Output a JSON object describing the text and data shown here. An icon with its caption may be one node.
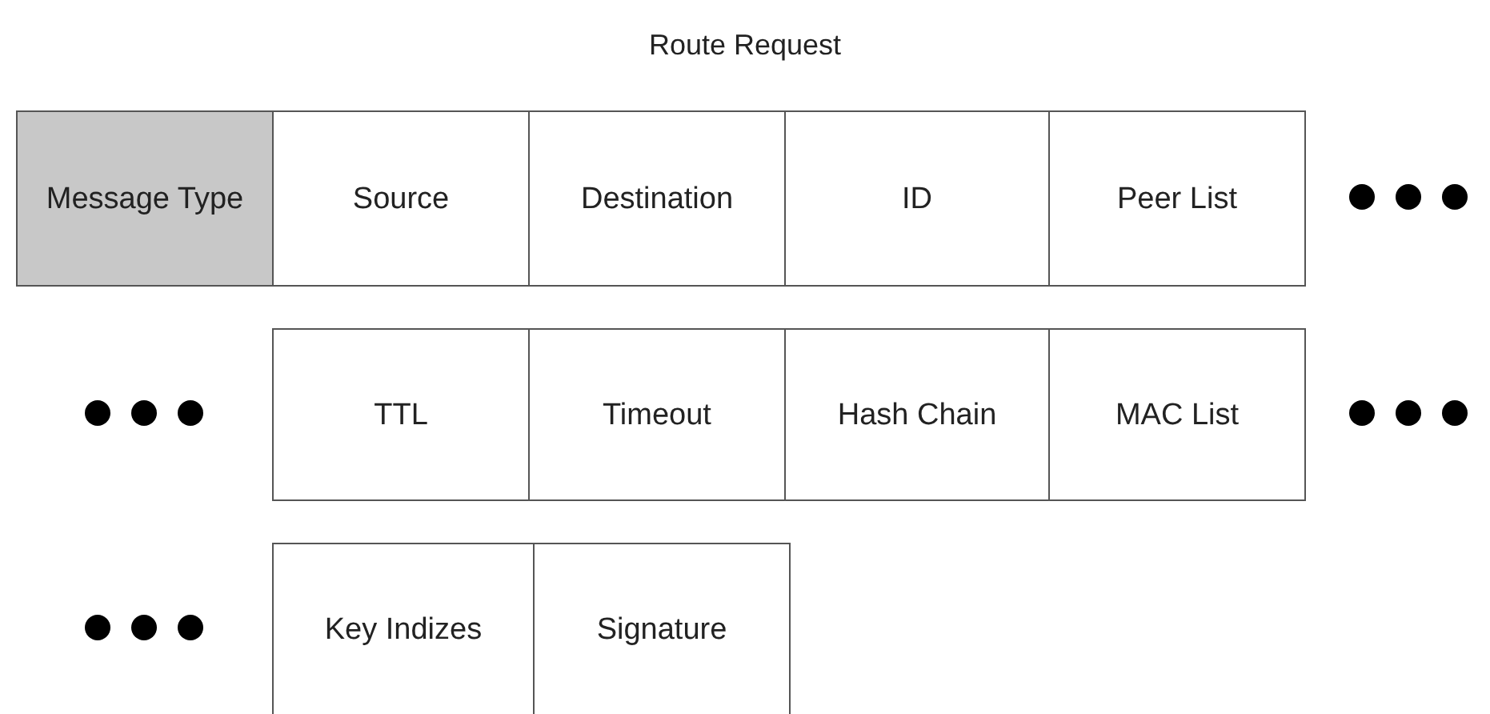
{
  "diagram": {
    "title": "Route Request",
    "nodes": [
      {
        "text": [
          "Message Type"
        ]
      },
      {
        "text": [
          "Source"
        ]
      },
      {
        "text": [
          "Destination"
        ]
      },
      {
        "text": [
          "ID"
        ]
      },
      {
        "text": [
          "Peer List"
        ]
      },
      {
        "text": [
          "TTL"
        ]
      },
      {
        "text": [
          "Timeout"
        ]
      },
      {
        "text": [
          "Hash Chain"
        ]
      },
      {
        "text": [
          "MAC List"
        ]
      },
      {
        "text": [
          "Key Indizes"
        ]
      },
      {
        "text": [
          "Signature"
        ]
      }
    ]
  }
}
